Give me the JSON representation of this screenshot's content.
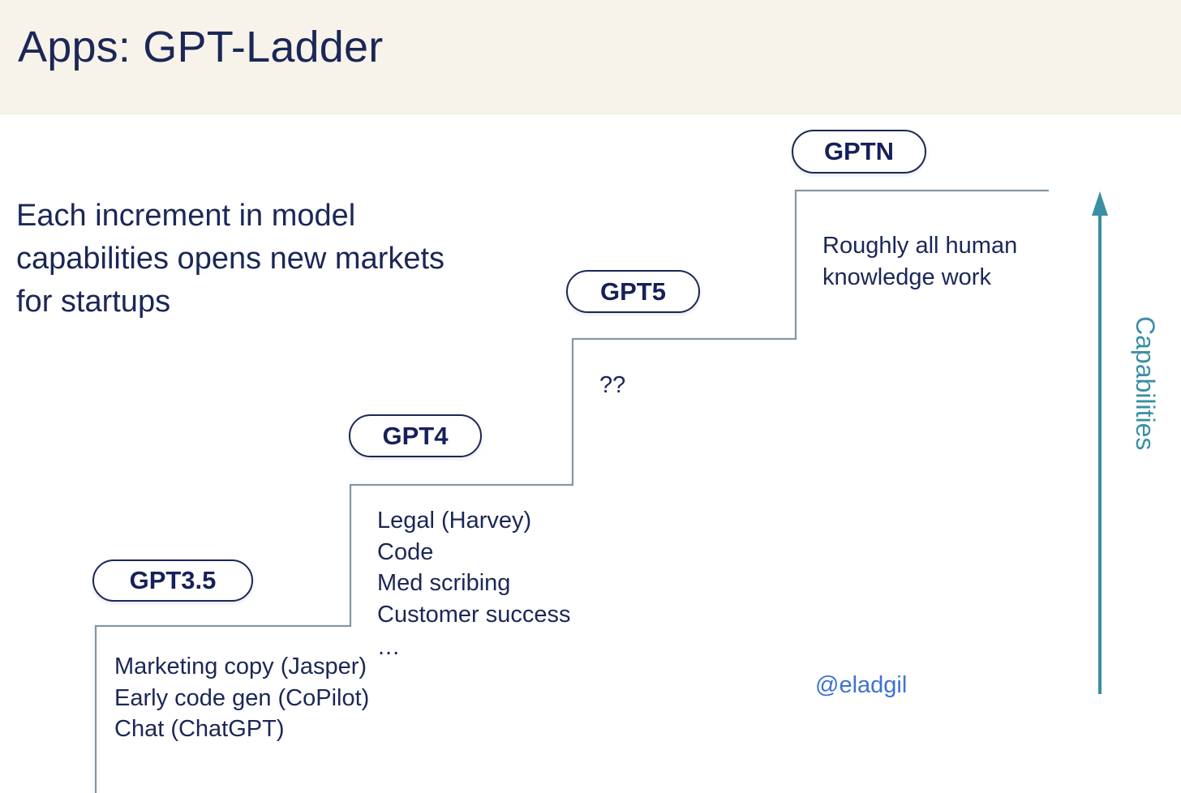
{
  "header": {
    "title": "Apps: GPT-Ladder",
    "band_color": "#f7f3ea",
    "title_color": "#1b2757"
  },
  "intro": {
    "text": "Each increment in model capabilities opens new markets for startups"
  },
  "axis": {
    "label": "Capabilities",
    "color": "#3a8fa3",
    "direction": "up"
  },
  "credit": {
    "handle": "@eladgil",
    "color": "#3e72d0"
  },
  "steps": [
    {
      "id": "gpt35",
      "pill_label": "GPT3.5",
      "items": "Marketing copy (Jasper)\nEarly code gen (CoPilot)\nChat (ChatGPT)"
    },
    {
      "id": "gpt4",
      "pill_label": "GPT4",
      "items": "Legal (Harvey)\nCode\nMed scribing\nCustomer success",
      "ellipsis": "..."
    },
    {
      "id": "gpt5",
      "pill_label": "GPT5",
      "items": "??"
    },
    {
      "id": "gptn",
      "pill_label": "GPTN",
      "items": "Roughly all human\nknowledge work"
    }
  ],
  "chart_data": {
    "type": "line",
    "title": "Apps: GPT-Ladder",
    "xlabel": "",
    "ylabel": "Capabilities",
    "categories": [
      "GPT3.5",
      "GPT4",
      "GPT5",
      "GPTN"
    ],
    "values": [
      1,
      2,
      3,
      4
    ],
    "annotations": [
      "Marketing copy (Jasper)",
      "Early code gen (CoPilot)",
      "Chat (ChatGPT)",
      "Legal (Harvey)",
      "Code",
      "Med scribing",
      "Customer success",
      "...",
      "??",
      "Roughly all human knowledge work"
    ],
    "grid": false,
    "legend": "none",
    "line_color": "#7e95a2"
  }
}
